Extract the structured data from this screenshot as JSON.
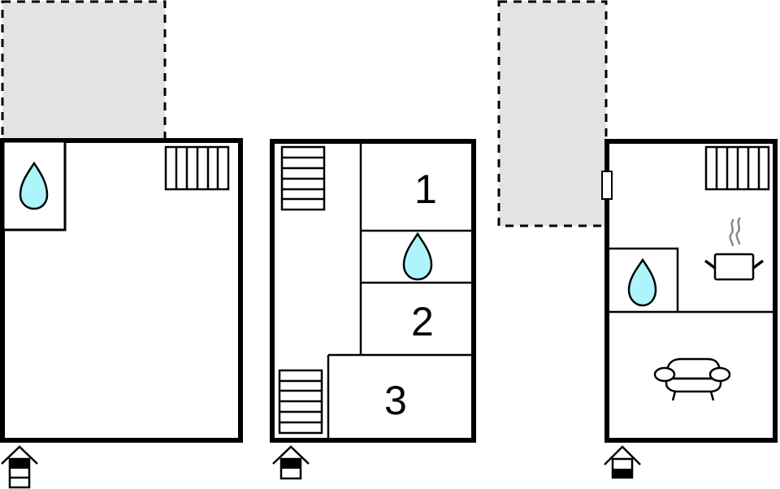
{
  "diagram": {
    "type": "floor-plan",
    "colors": {
      "wall": "#000000",
      "terrace_fill": "#e3e3e3",
      "water_drop": "#aef4fb",
      "steam": "#888888",
      "background": "#ffffff"
    },
    "floors": [
      {
        "id": "floor-left",
        "rooms": [
          {
            "type": "bathroom",
            "icon": "water-drop-icon"
          },
          {
            "type": "open-room"
          }
        ],
        "features": [
          "staircase",
          "terrace-dashed",
          "entrance-marker"
        ],
        "entrance_level_indicator": "top-filled"
      },
      {
        "id": "floor-middle",
        "rooms": [
          {
            "type": "bedroom",
            "label": "1"
          },
          {
            "type": "bathroom",
            "icon": "water-drop-icon"
          },
          {
            "type": "bedroom",
            "label": "2"
          },
          {
            "type": "bedroom",
            "label": "3"
          },
          {
            "type": "hallway"
          }
        ],
        "features": [
          "staircase-top",
          "staircase-bottom",
          "entrance-marker"
        ],
        "entrance_level_indicator": "middle-filled"
      },
      {
        "id": "floor-right",
        "rooms": [
          {
            "type": "kitchen",
            "icon": "cooking-pot-icon"
          },
          {
            "type": "bathroom",
            "icon": "water-drop-icon"
          },
          {
            "type": "living-room",
            "icon": "sofa-icon"
          }
        ],
        "features": [
          "staircase",
          "terrace-dashed",
          "door",
          "entrance-marker"
        ],
        "entrance_level_indicator": "bottom-filled"
      }
    ],
    "room_labels": {
      "room1": "1",
      "room2": "2",
      "room3": "3"
    }
  }
}
